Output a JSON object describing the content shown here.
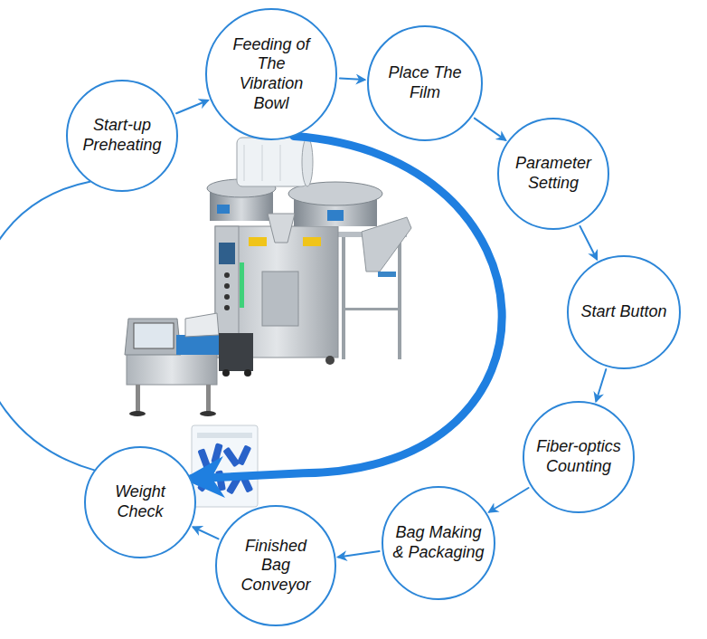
{
  "diagram": {
    "nodes": [
      {
        "text": [
          "Start-up Preheating"
        ]
      },
      {
        "text": [
          "Feeding of The Vibration Bowl"
        ]
      },
      {
        "text": [
          "Place The Film"
        ]
      },
      {
        "text": [
          "Parameter Setting"
        ]
      },
      {
        "text": [
          "Start Button"
        ]
      },
      {
        "text": [
          "Fiber-optics Counting"
        ]
      },
      {
        "text": [
          "Bag Making & Packaging"
        ]
      },
      {
        "text": [
          "Finished Bag Conveyor"
        ]
      },
      {
        "text": [
          "Weight Check"
        ]
      }
    ],
    "edges": [
      {
        "from": 0,
        "to": 1,
        "arrow": "to"
      },
      {
        "from": 1,
        "to": 2,
        "arrow": "to"
      },
      {
        "from": 2,
        "to": 3,
        "arrow": "to"
      },
      {
        "from": 3,
        "to": 4,
        "arrow": "to"
      },
      {
        "from": 4,
        "to": 5,
        "arrow": "to"
      },
      {
        "from": 5,
        "to": 6,
        "arrow": "to"
      },
      {
        "from": 6,
        "to": 7,
        "arrow": "to"
      },
      {
        "from": 7,
        "to": 8,
        "arrow": "to"
      },
      {
        "from": 1,
        "to": 8,
        "arrow": "to"
      },
      {
        "from": 8,
        "to": 0,
        "arrow": "none"
      }
    ]
  }
}
